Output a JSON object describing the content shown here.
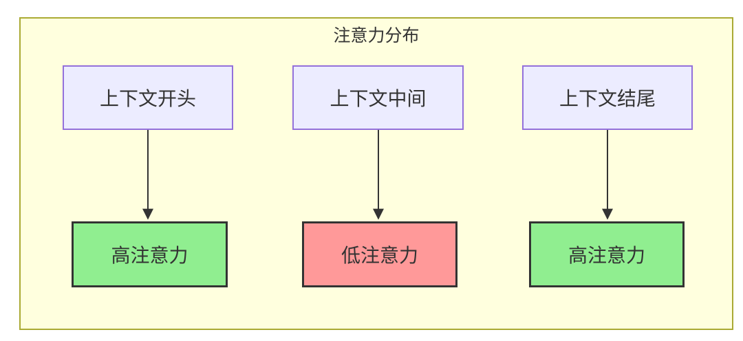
{
  "diagram": {
    "title": "注意力分布",
    "type": "flowchart-top-down",
    "columns": [
      {
        "source": "上下文开头",
        "result": "高注意力",
        "attention_level": "high"
      },
      {
        "source": "上下文中间",
        "result": "低注意力",
        "attention_level": "low"
      },
      {
        "source": "上下文结尾",
        "result": "高注意力",
        "attention_level": "high"
      }
    ],
    "edges": [
      {
        "from": "上下文开头",
        "to": "高注意力"
      },
      {
        "from": "上下文中间",
        "to": "低注意力"
      },
      {
        "from": "上下文结尾",
        "to": "高注意力"
      }
    ],
    "colors": {
      "cluster_background": "#ffffde",
      "cluster_border": "#aaaa33",
      "source_node_background": "#ECECFF",
      "source_node_border": "#9370DB",
      "high_attention_fill": "#90EE90",
      "low_attention_fill": "#FF9999",
      "result_node_border": "#333333",
      "arrow": "#333333",
      "text": "#333333"
    }
  }
}
